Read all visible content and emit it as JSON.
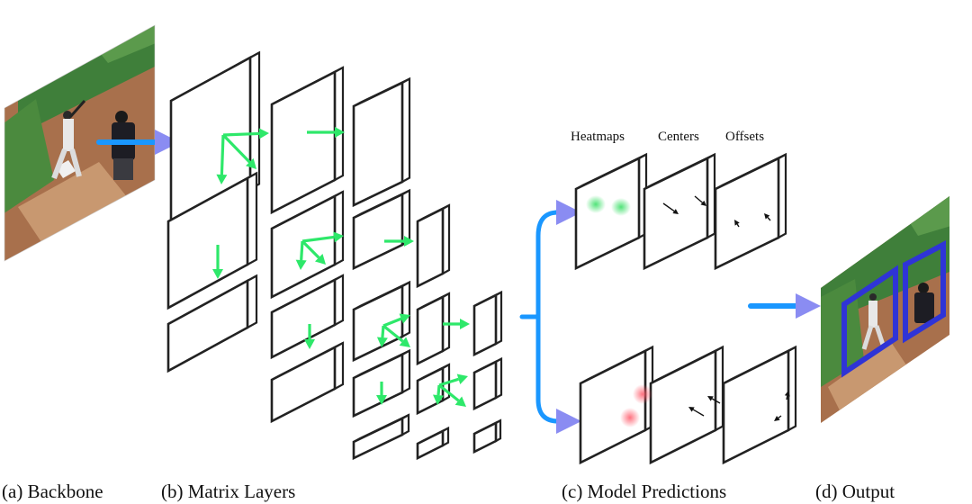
{
  "captions": {
    "backbone": "(a) Backbone",
    "matrix_layers": "(b) Matrix Layers",
    "model_predictions": "(c) Model Predictions",
    "output": "(d) Output"
  },
  "prediction_labels": {
    "heatmaps": "Heatmaps",
    "centers": "Centers",
    "offsets": "Offsets"
  },
  "colors": {
    "flow_arrow": "#1a97ff",
    "arrow_head": "#8a8cf2",
    "matrix_arrow": "#2ee86a",
    "bbox": "#2f34d6",
    "heat_green": "#3ee06a",
    "heat_red": "#ff5a6a"
  }
}
